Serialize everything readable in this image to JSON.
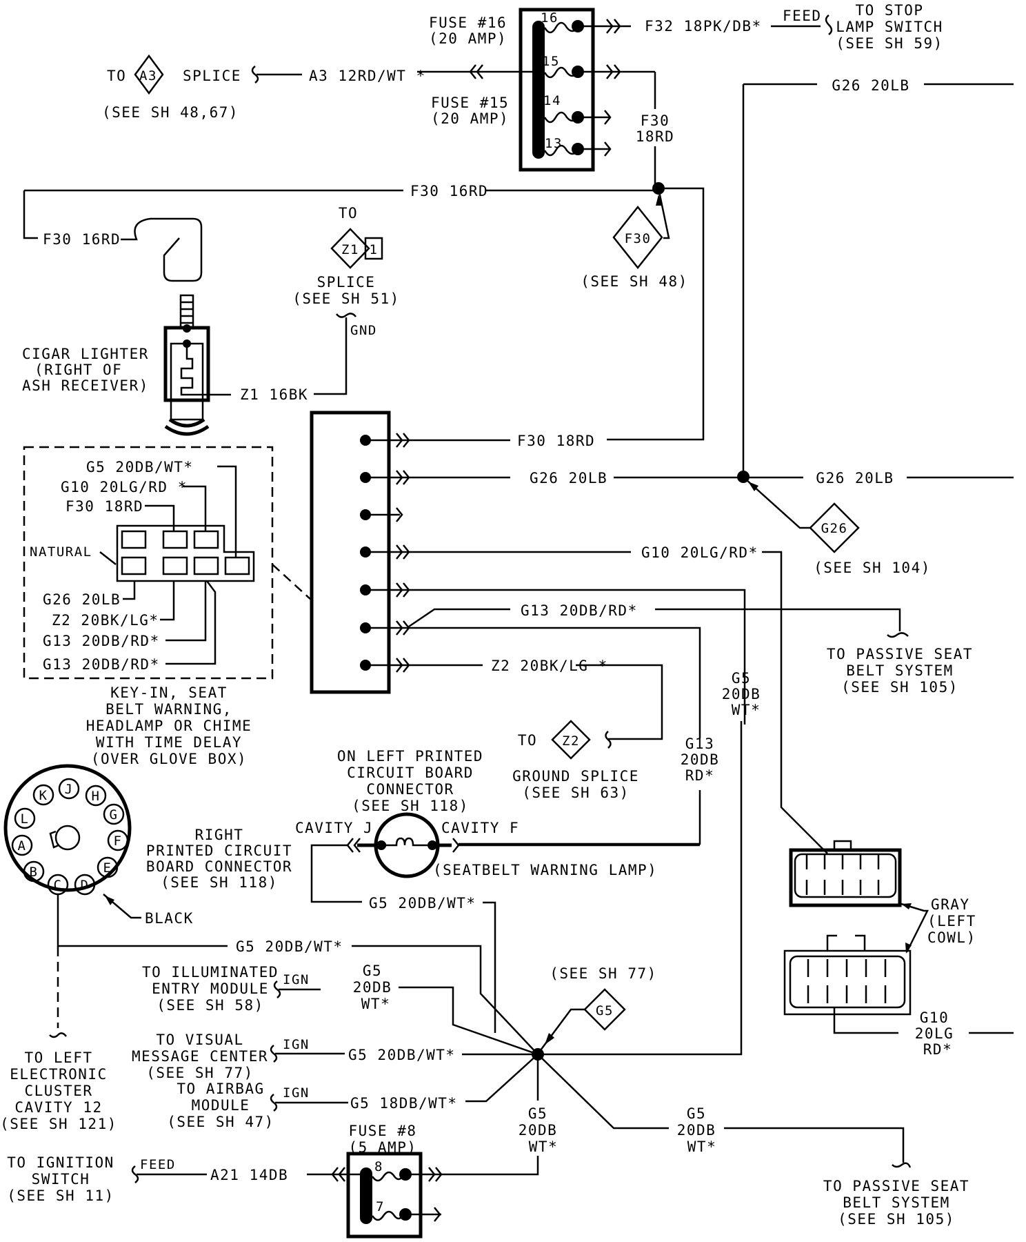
{
  "title": "Wiring diagram - chime / seat belt warning circuit",
  "colors": {
    "ink": "#000000",
    "paper": "#ffffff"
  },
  "fuse_block_top": {
    "fuse16_label": "FUSE #16",
    "fuse16_amp": "(20 AMP)",
    "fuse15_label": "FUSE #15",
    "fuse15_amp": "(20 AMP)",
    "pins": [
      "16",
      "15",
      "14",
      "13"
    ]
  },
  "a3_splice": {
    "prefix": "TO",
    "code": "A3",
    "suffix": "SPLICE",
    "ref": "(SEE SH 48,67)",
    "wire": "A3 12RD/WT *"
  },
  "stop_lamp": {
    "wire": "F32 18PK/DB*",
    "feed": "FEED",
    "lines": [
      "TO STOP",
      "LAMP SWITCH",
      "(SEE SH 59)"
    ]
  },
  "f30_riser": {
    "line1": "F30",
    "line2": "18RD"
  },
  "g26_top": "G26 20LB",
  "f30_16rd_top": "F30 16RD",
  "f30_16rd_left": "F30 16RD",
  "f30_splice": {
    "code": "F30",
    "ref": "(SEE SH 48)"
  },
  "z1_splice": {
    "to": "TO",
    "code": "Z1",
    "pin": "1",
    "line1": "SPLICE",
    "line2": "(SEE SH 51)",
    "gnd": "GND",
    "wire": "Z1 16BK"
  },
  "cigar_lighter": {
    "lines": [
      "CIGAR LIGHTER",
      "(RIGHT OF",
      "ASH RECEIVER)"
    ]
  },
  "chime_module": {
    "wires": [
      "G5 20DB/WT*",
      "G10 20LG/RD *",
      "F30 18RD",
      "G26 20LB",
      "Z2 20BK/LG*",
      "G13 20DB/RD*",
      "G13 20DB/RD*"
    ],
    "natural": "NATURAL",
    "caption": [
      "KEY-IN, SEAT",
      "BELT WARNING,",
      "HEADLAMP OR CHIME",
      "WITH TIME DELAY",
      "(OVER GLOVE BOX)"
    ]
  },
  "connector_wires": {
    "f30": "F30 18RD",
    "g26": "G26 20LB",
    "g10": "G10 20LG/RD*",
    "g13": "G13 20DB/RD*",
    "z2": "Z2 20BK/LG *"
  },
  "g26_splice": {
    "wire_right": "G26 20LB",
    "code": "G26",
    "ref": "(SEE SH 104)"
  },
  "passive_belt_upper": [
    "TO PASSIVE SEAT",
    "BELT SYSTEM",
    "(SEE SH 105)"
  ],
  "g5_vertical": [
    "G5",
    "20DB",
    "WT*"
  ],
  "g13_vertical": [
    "G13",
    "20DB",
    "RD*"
  ],
  "z2_splice": {
    "to": "TO",
    "code": "Z2",
    "line1": "GROUND SPLICE",
    "line2": "(SEE SH 63)"
  },
  "left_pcb": {
    "lines": [
      "ON LEFT PRINTED",
      "CIRCUIT BOARD",
      "CONNECTOR",
      "(SEE SH 118)"
    ]
  },
  "seatbelt_lamp": {
    "cavity_j": "CAVITY J",
    "cavity_f": "CAVITY F",
    "label": "(SEATBELT WARNING LAMP)"
  },
  "right_pcb": {
    "lines": [
      "RIGHT",
      "PRINTED CIRCUIT",
      "BOARD CONNECTOR",
      "(SEE SH 118)"
    ],
    "pins": [
      "J",
      "H",
      "G",
      "F",
      "E",
      "D",
      "C",
      "B",
      "A",
      "L",
      "K"
    ],
    "color": "BLACK"
  },
  "g5_lamp_wire": "G5 20DB/WT*",
  "g5_cluster_wire": "G5 20DB/WT*",
  "left_cluster": [
    "TO LEFT",
    "ELECTRONIC",
    "CLUSTER",
    "CAVITY 12",
    "(SEE SH 121)"
  ],
  "illum_entry": {
    "lines": [
      "TO ILLUMINATED",
      "ENTRY MODULE",
      "(SEE SH 58)"
    ],
    "ign": "IGN",
    "wire": [
      "G5",
      "20DB",
      "WT*"
    ]
  },
  "visual_msg": {
    "lines": [
      "TO VISUAL",
      "MESSAGE CENTER",
      "(SEE SH 77)"
    ],
    "ign": "IGN",
    "wire": "G5 20DB/WT*"
  },
  "airbag": {
    "lines": [
      "TO AIRBAG",
      "MODULE",
      "(SEE SH 47)"
    ],
    "ign": "IGN",
    "wire": "G5 18DB/WT*"
  },
  "g5_splice": {
    "ref": "(SEE SH 77)",
    "code": "G5"
  },
  "g5_down": [
    "G5",
    "20DB",
    "WT*"
  ],
  "g5_right": [
    "G5",
    "20DB",
    "WT*"
  ],
  "fuse8": {
    "label": "FUSE #8",
    "amp": "(5 AMP)",
    "pins": [
      "8",
      "7"
    ]
  },
  "ignition": {
    "lines": [
      "TO IGNITION",
      "SWITCH",
      "(SEE SH 11)"
    ],
    "feed": "FEED",
    "wire": "A21 14DB"
  },
  "passive_belt_lower": [
    "TO PASSIVE SEAT",
    "BELT SYSTEM",
    "(SEE SH 105)"
  ],
  "gray_connector": {
    "lines": [
      "GRAY",
      "(LEFT",
      "COWL)"
    ],
    "wire": [
      "G10",
      "20LG",
      "RD*"
    ]
  }
}
